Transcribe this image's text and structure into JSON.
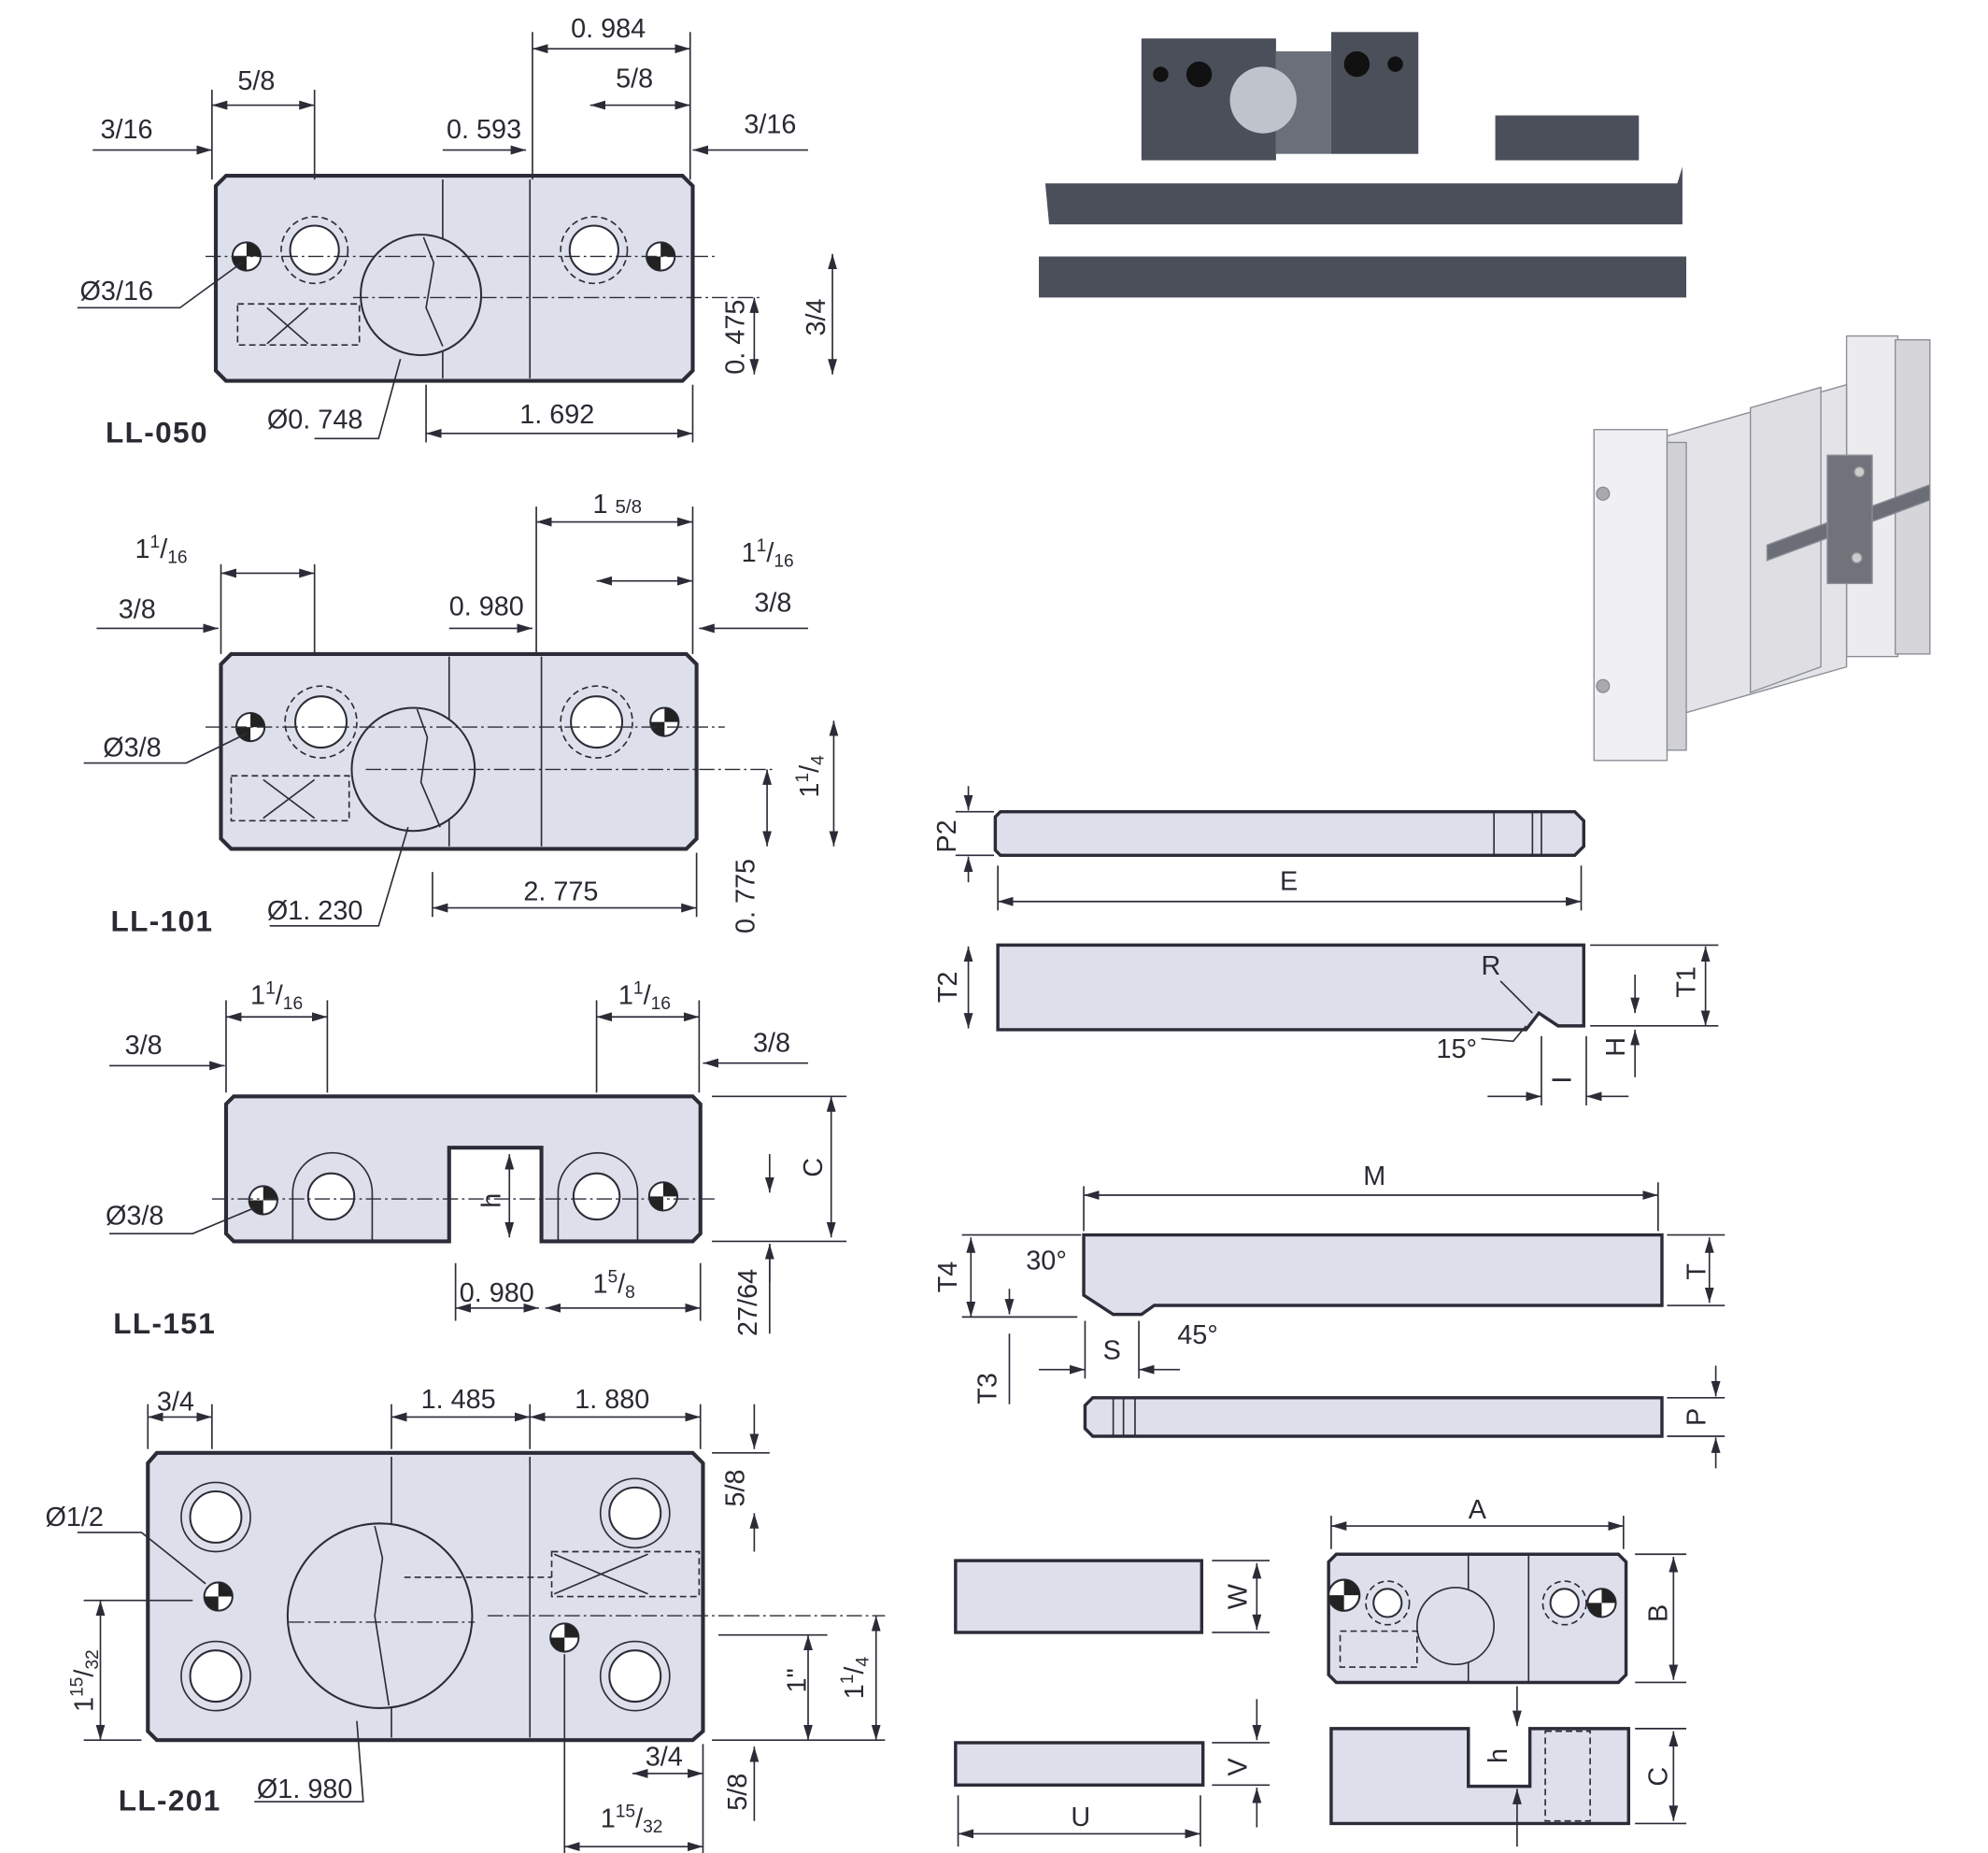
{
  "drawings": {
    "ll050": {
      "title": "LL-050",
      "dims": [
        "0. 984",
        "5/8",
        "5/8",
        "3/16",
        "0. 593",
        "3/16",
        "Ø3/16",
        "Ø0. 748",
        "1. 692",
        "0. 475",
        "3/4"
      ]
    },
    "ll101": {
      "title": "LL-101",
      "dims": [
        "1",
        "5/8",
        "3/8",
        "0. 980",
        "3/8",
        "Ø3/8",
        "Ø1. 230",
        "2. 775",
        "0. 775"
      ],
      "fracs": [
        {
          "whole": "1",
          "num": "1",
          "den": "16"
        },
        {
          "whole": "1",
          "num": "1",
          "den": "16"
        },
        {
          "whole": "1",
          "num": "1",
          "den": "4"
        }
      ]
    },
    "ll151": {
      "title": "LL-151",
      "dims": [
        "3/8",
        "3/8",
        "C",
        "h",
        "Ø3/8",
        "0. 980",
        "27/64"
      ],
      "fracs": [
        {
          "whole": "1",
          "num": "1",
          "den": "16"
        },
        {
          "whole": "1",
          "num": "1",
          "den": "16"
        },
        {
          "whole": "1",
          "num": "5",
          "den": "8"
        }
      ]
    },
    "ll201": {
      "title": "LL-201",
      "dims": [
        "3/4",
        "1. 485",
        "1. 880",
        "5/8",
        "Ø1/2",
        "1\"",
        "3/4",
        "5/8",
        "Ø1. 980"
      ],
      "fracs": [
        {
          "whole": "1",
          "num": "15",
          "den": "32"
        },
        {
          "whole": "1",
          "num": "1",
          "den": "4"
        },
        {
          "whole": "1",
          "num": "15",
          "den": "32"
        }
      ]
    }
  },
  "parts": {
    "p2_bar": {
      "labels": [
        "P2",
        "E"
      ]
    },
    "t2_bar": {
      "labels": [
        "T2",
        "R",
        "15°",
        "T1",
        "H",
        "I"
      ]
    },
    "m_bar": {
      "labels": [
        "M",
        "30°",
        "T4",
        "S",
        "45°",
        "T",
        "T3"
      ]
    },
    "p_bar": {
      "labels": [
        "P"
      ]
    },
    "w_block": {
      "labels": [
        "W"
      ]
    },
    "v_block": {
      "labels": [
        "V",
        "U"
      ]
    },
    "assembly": {
      "labels": [
        "A",
        "B",
        "h",
        "C"
      ]
    }
  },
  "colors": {
    "body": "#dde0ea",
    "line": "#2c2c38",
    "steel": "#4a4f5a"
  }
}
